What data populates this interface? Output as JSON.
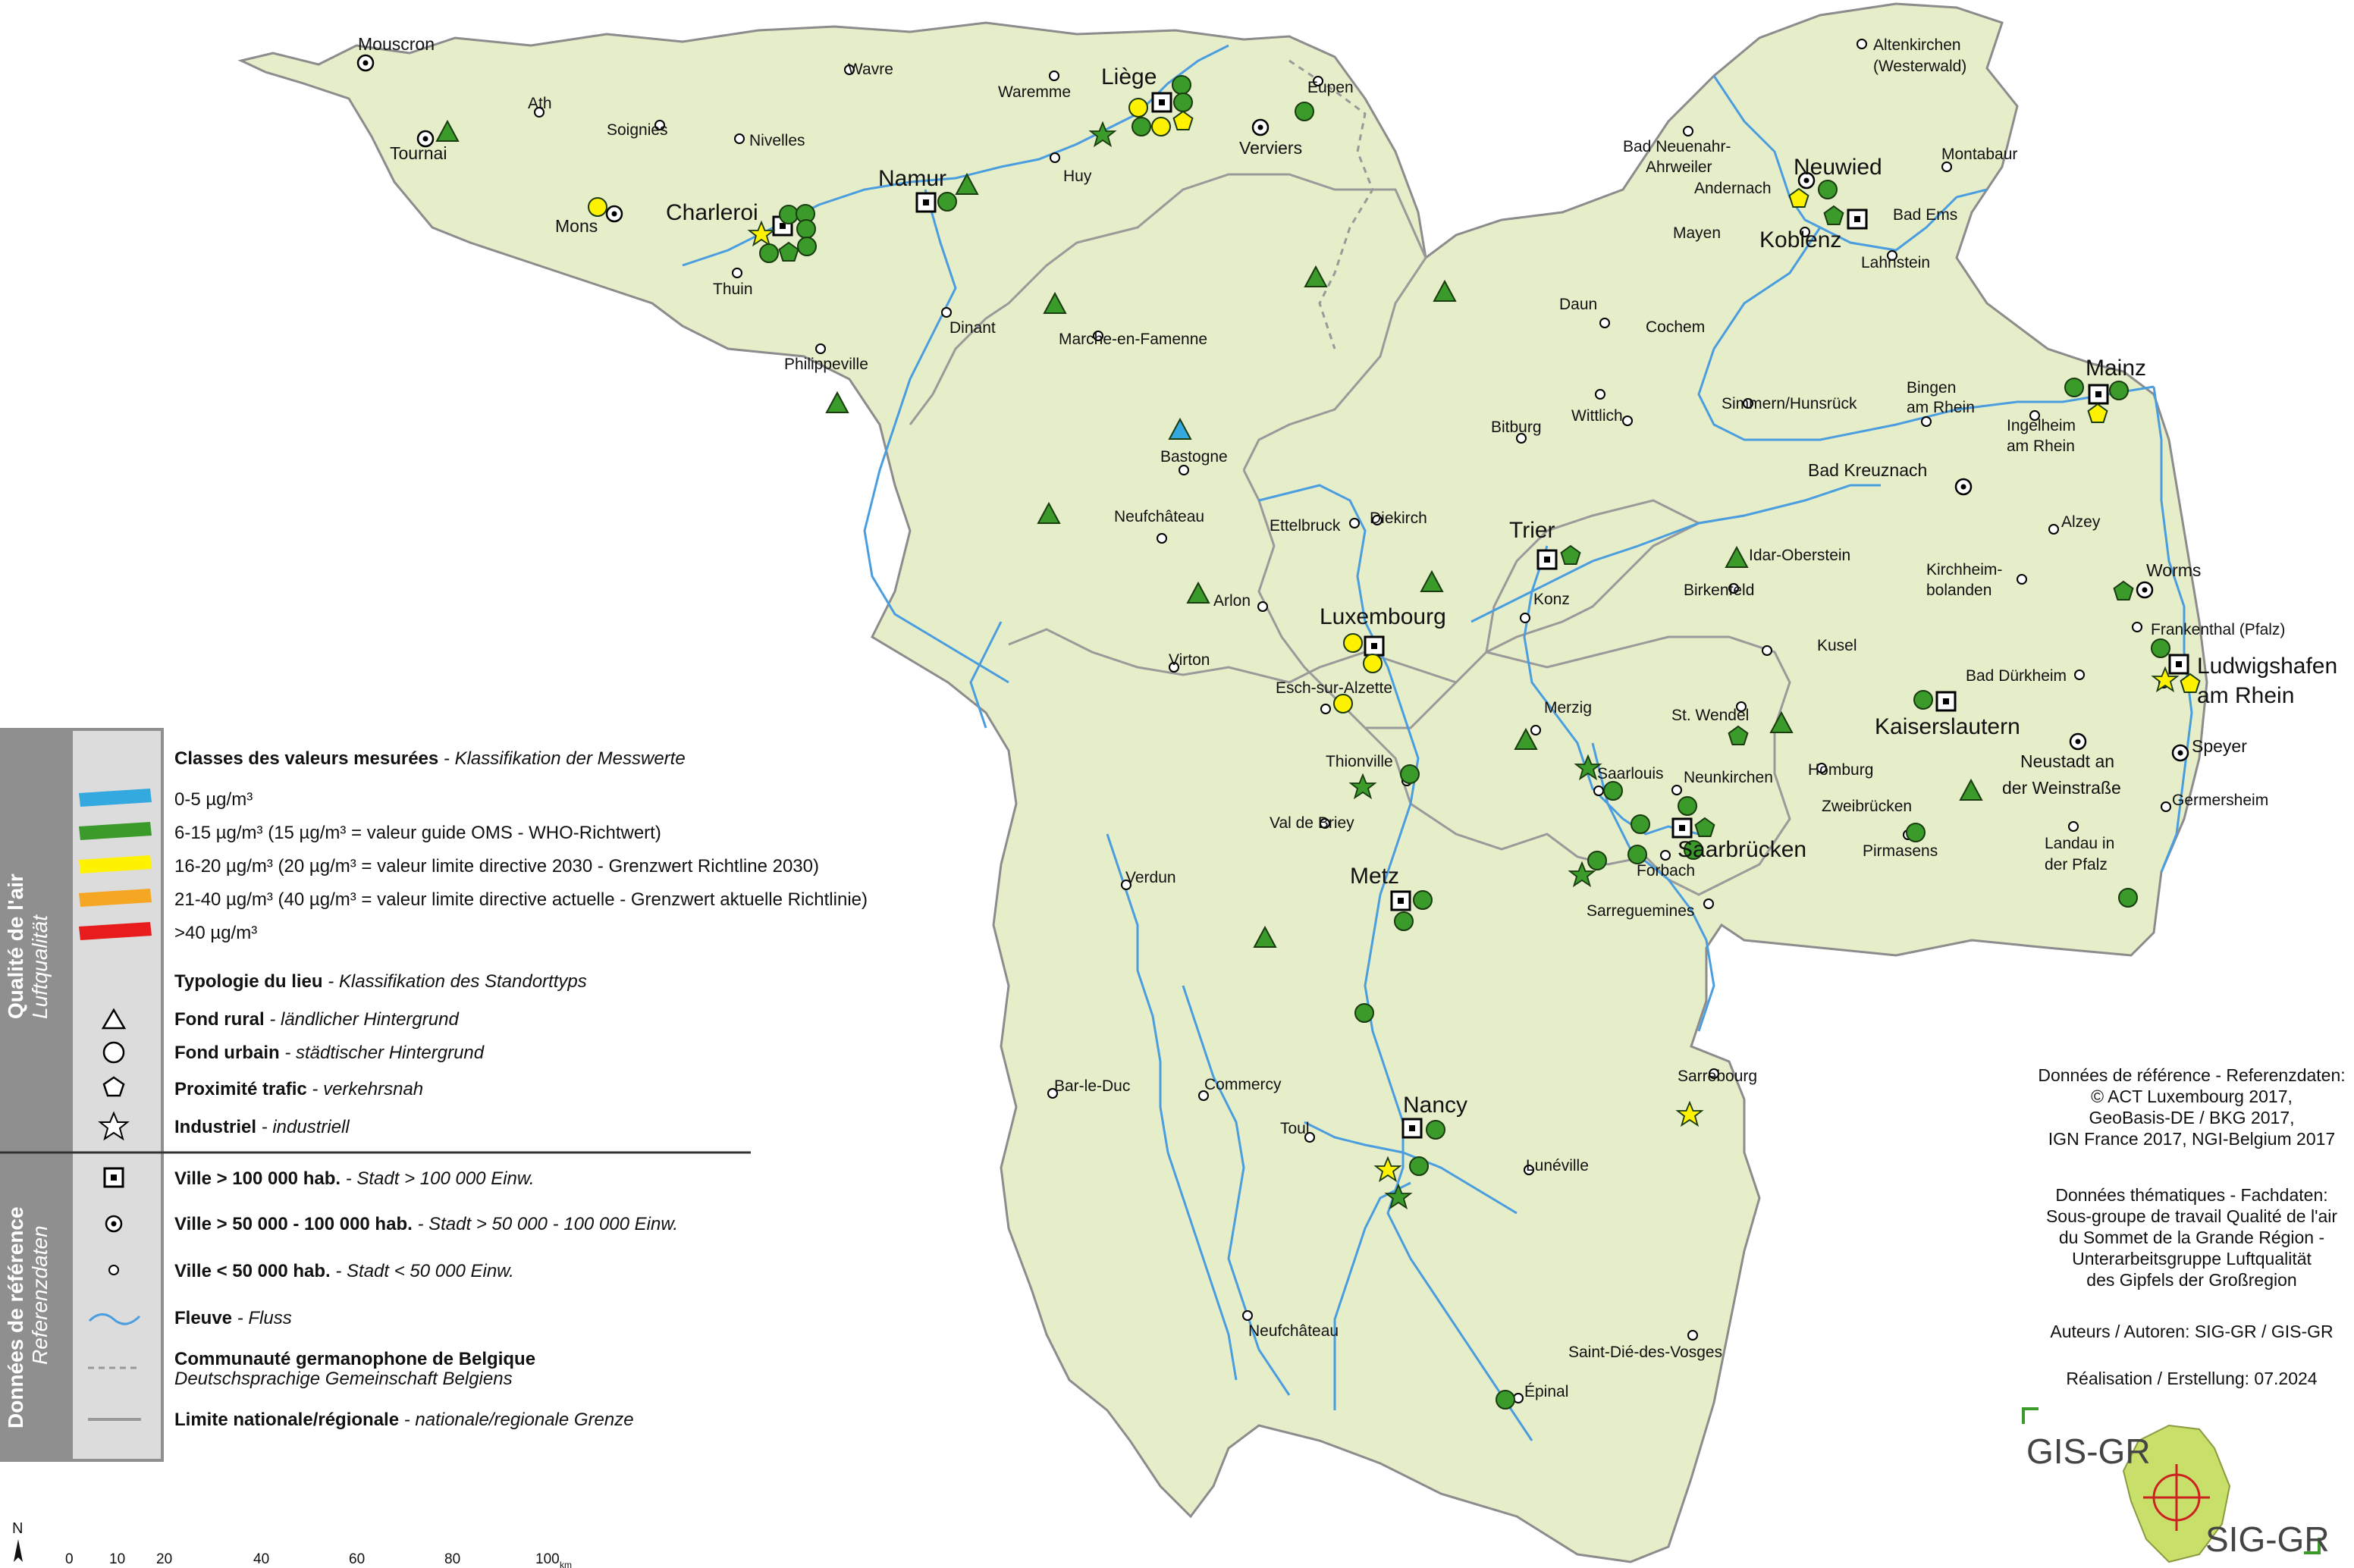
{
  "colors": {
    "land": "#e6edc9",
    "border": "#9a9a9a",
    "river": "#4a9ee0",
    "class_0_5": "#33a9e0",
    "class_6_15": "#3a9a2a",
    "class_16_20": "#fff200",
    "class_21_40": "#f5a623",
    "class_40_plus": "#e81c1c"
  },
  "cities": {
    "mouscron": "Mouscron",
    "wavre": "Wavre",
    "ath": "Ath",
    "soignies": "Soignies",
    "nivelles": "Nivelles",
    "tournai": "Tournai",
    "mons": "Mons",
    "charleroi": "Charleroi",
    "thuin": "Thuin",
    "philippeville": "Philippeville",
    "namur": "Namur",
    "huy": "Huy",
    "dinant": "Dinant",
    "waremme": "Waremme",
    "liege": "Liège",
    "eupen": "Eupen",
    "verviers": "Verviers",
    "marche": "Marche-en-Famenne",
    "bastogne": "Bastogne",
    "neufchateau_be": "Neufchâteau",
    "arlon": "Arlon",
    "virton": "Virton",
    "ettelbruck": "Ettelbruck",
    "diekirch": "Diekirch",
    "luxembourg": "Luxembourg",
    "esch": "Esch-sur-Alzette",
    "trier": "Trier",
    "konz": "Konz",
    "bitburg": "Bitburg",
    "wittlich": "Wittlich",
    "daun": "Daun",
    "cochem": "Cochem",
    "mayen": "Mayen",
    "andernach": "Andernach",
    "bad_neuenahr_1": "Bad Neuenahr-",
    "bad_neuenahr_2": "Ahrweiler",
    "neuwied": "Neuwied",
    "koblenz": "Koblenz",
    "lahnstein": "Lahnstein",
    "bad_ems": "Bad Ems",
    "montabaur": "Montabaur",
    "altenkirchen_1": "Altenkirchen",
    "altenkirchen_2": "(Westerwald)",
    "simmern": "Simmern/Hunsrück",
    "bingen_1": "Bingen",
    "bingen_2": "am Rhein",
    "mainz": "Mainz",
    "ingelheim_1": "Ingelheim",
    "ingelheim_2": "am Rhein",
    "bad_kreuznach": "Bad Kreuznach",
    "alzey": "Alzey",
    "idar": "Idar-Oberstein",
    "birkenfeld": "Birkenfeld",
    "kirchheim_1": "Kirchheim-",
    "kirchheim_2": "bolanden",
    "worms": "Worms",
    "frankenthal": "Frankenthal (Pfalz)",
    "ludwigshafen_1": "Ludwigshafen",
    "ludwigshafen_2": "am Rhein",
    "kusel": "Kusel",
    "bad_durkheim": "Bad Dürkheim",
    "kaiserslautern": "Kaiserslautern",
    "neustadt_1": "Neustadt an",
    "neustadt_2": "der Weinstraße",
    "speyer": "Speyer",
    "germersheim": "Germersheim",
    "landau_1": "Landau in",
    "landau_2": "der Pfalz",
    "pirmasens": "Pirmasens",
    "zweibrucken": "Zweibrücken",
    "homburg": "Homburg",
    "st_wendel": "St. Wendel",
    "neunkirchen": "Neunkirchen",
    "saarlouis": "Saarlouis",
    "merzig": "Merzig",
    "saarbrucken": "Saarbrücken",
    "forbach": "Forbach",
    "sarreguemines": "Sarreguemines",
    "thionville": "Thionville",
    "val_de_briey": "Val de Briey",
    "metz": "Metz",
    "verdun": "Verdun",
    "bar_le_duc": "Bar-le-Duc",
    "commercy": "Commercy",
    "toul": "Toul",
    "nancy": "Nancy",
    "luneville": "Lunéville",
    "sarrebourg": "Sarrebourg",
    "neufchateau_fr": "Neufchâteau",
    "saint_die": "Saint-Dié-des-Vosges",
    "epinal": "Épinal"
  },
  "legend": {
    "section_air_1": "Qualité de l'air",
    "section_air_2": "Luftqualität",
    "section_ref_1": "Données de référence",
    "section_ref_2": "Referenzdaten",
    "classes_title": "Classes des valeurs mesurées",
    "classes_title_de": " - Klassifikation der Messwerte",
    "class_1": "0-5 µg/m³",
    "class_2": "6-15 µg/m³ (15 µg/m³ = valeur guide OMS - WHO-Richtwert)",
    "class_3": "16-20 µg/m³ (20 µg/m³ = valeur limite directive 2030 - Grenzwert Richtline 2030)",
    "class_4": "21-40 µg/m³ (40 µg/m³ = valeur limite directive actuelle - Grenzwert aktuelle Richtlinie)",
    "class_5": ">40 µg/m³",
    "typology_title": "Typologie du lieu",
    "typology_title_de": " - Klassifikation des Standorttyps",
    "rural": "Fond rural",
    "rural_de": " - ländlicher Hintergrund",
    "urban": "Fond urbain",
    "urban_de": " - städtischer Hintergrund",
    "traffic": "Proximité trafic",
    "traffic_de": " - verkehrsnah",
    "industrial": "Industriel",
    "industrial_de": " - industriell",
    "city_large": "Ville > 100 000 hab.",
    "city_large_de": " - Stadt > 100 000 Einw.",
    "city_mid": "Ville > 50 000 - 100 000 hab.",
    "city_mid_de": " - Stadt > 50 000 - 100 000 Einw.",
    "city_small": "Ville < 50 000  hab.",
    "city_small_de": " - Stadt < 50 000 Einw.",
    "river": "Fleuve",
    "river_de": " - Fluss",
    "community": "Communauté germanophone de Belgique",
    "community_de": "Deutschsprachige Gemeinschaft Belgiens",
    "border": "Limite nationale/régionale",
    "border_de": " - nationale/regionale Grenze"
  },
  "sources": {
    "line1": "Données de référence - Referenzdaten:",
    "line2": "© ACT Luxembourg 2017,",
    "line3": "GeoBasis-DE / BKG 2017,",
    "line4": "IGN France 2017, NGI-Belgium 2017",
    "line5": "Données thématiques - Fachdaten:",
    "line6": "Sous-groupe de travail Qualité de l'air",
    "line7": "du Sommet de la Grande Région -",
    "line8": "Unterarbeitsgruppe Luftqualität",
    "line9": "des Gipfels der Großregion",
    "line10": "Auteurs / Autoren: SIG-GR / GIS-GR",
    "line11": "Réalisation / Erstellung: 07.2024"
  },
  "logo": {
    "gis": "GIS-GR",
    "sig": "SIG-GR"
  },
  "scale": {
    "north": "N",
    "t0": "0",
    "t10": "10",
    "t20": "20",
    "t40": "40",
    "t60": "60",
    "t80": "80",
    "t100": "100",
    "unit": "km"
  }
}
